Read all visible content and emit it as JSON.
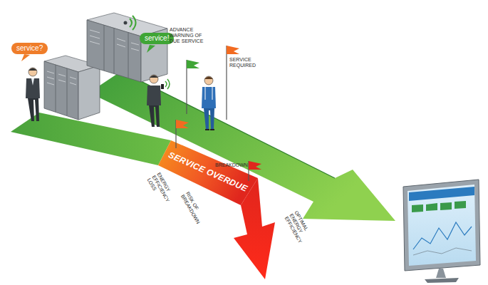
{
  "diagram": {
    "nodes": [
      {
        "text": [
          "service?"
        ]
      },
      {
        "text": [
          "service!"
        ]
      },
      {
        "text": [
          "SERVICE OVERDUE"
        ]
      }
    ],
    "labels": [
      "ADVANCE WARNING OF DUE SERVICE",
      "SERVICE REQUIRED",
      "ENERGY EFFICIENCY LOSS",
      "RISK OF BREAKDOWN",
      "BREAKDOWN",
      "OPTIMAL ENERGY EFFICIENCY"
    ]
  }
}
